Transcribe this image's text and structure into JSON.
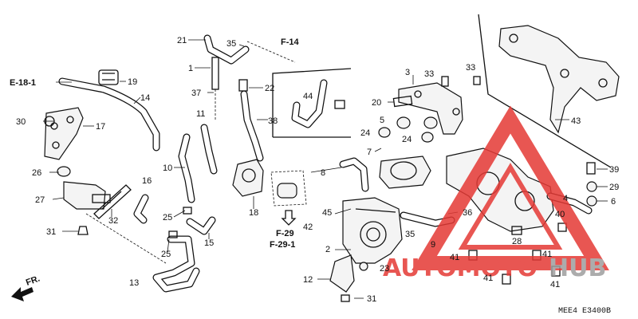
{
  "callouts": {
    "c1": "1",
    "c2": "2",
    "c3": "3",
    "c4": "4",
    "c5": "5",
    "c6": "6",
    "c7": "7",
    "c8": "8",
    "c9": "9",
    "c10": "10",
    "c11": "11",
    "c12": "12",
    "c13": "13",
    "c14": "14",
    "c15": "15",
    "c16": "16",
    "c17": "17",
    "c18": "18",
    "c19": "19",
    "c20": "20",
    "c21": "21",
    "c22": "22",
    "c23": "23",
    "c24a": "24",
    "c24b": "24",
    "c25a": "25",
    "c25b": "25",
    "c26": "26",
    "c27": "27",
    "c28": "28",
    "c29": "29",
    "c30": "30",
    "c31a": "31",
    "c31b": "31",
    "c32": "32",
    "c33a": "33",
    "c33b": "33",
    "c35a": "35",
    "c35b": "35",
    "c36": "36",
    "c37": "37",
    "c38": "38",
    "c39": "39",
    "c40": "40",
    "c41a": "41",
    "c41b": "41",
    "c41c": "41",
    "c41d": "41",
    "c42": "42",
    "c43": "43",
    "c44": "44",
    "c45": "45"
  },
  "references": {
    "e18": "E-18-1",
    "f14": "F-14",
    "f29": "F-29",
    "f291": "F-29-1",
    "fr": "FR."
  },
  "footer_code": "MEE4  E3400B",
  "watermark": {
    "text_red": "AUTOMOTO",
    "text_gray": "HUB",
    "red": "#e53935",
    "gray": "#9e9e9e"
  }
}
